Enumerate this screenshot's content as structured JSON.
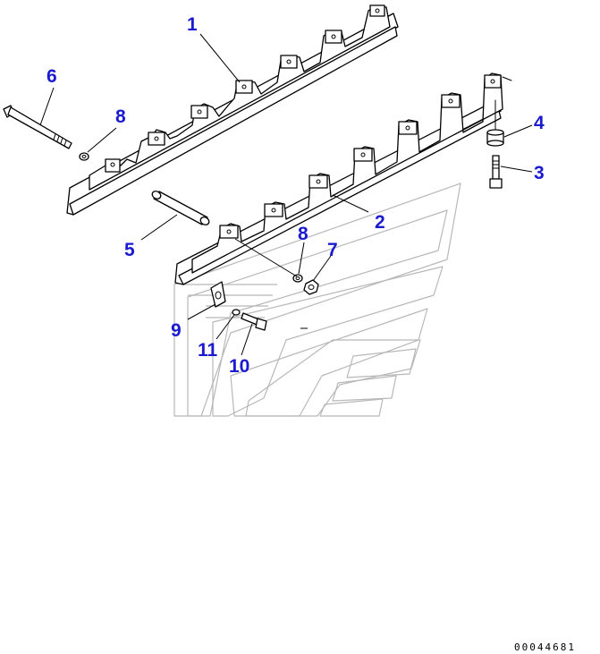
{
  "callouts": [
    {
      "id": "1",
      "label": "1"
    },
    {
      "id": "2",
      "label": "2"
    },
    {
      "id": "3",
      "label": "3"
    },
    {
      "id": "4",
      "label": "4"
    },
    {
      "id": "5",
      "label": "5"
    },
    {
      "id": "6",
      "label": "6"
    },
    {
      "id": "7",
      "label": "7"
    },
    {
      "id": "8a",
      "label": "8"
    },
    {
      "id": "8b",
      "label": "8"
    },
    {
      "id": "9",
      "label": "9"
    },
    {
      "id": "10",
      "label": "10"
    },
    {
      "id": "11",
      "label": "11"
    }
  ],
  "drawing_code": "00044681",
  "colors": {
    "callout": "#1a1ad0",
    "line": "#000000",
    "background_outline": "#b8b8b8"
  }
}
